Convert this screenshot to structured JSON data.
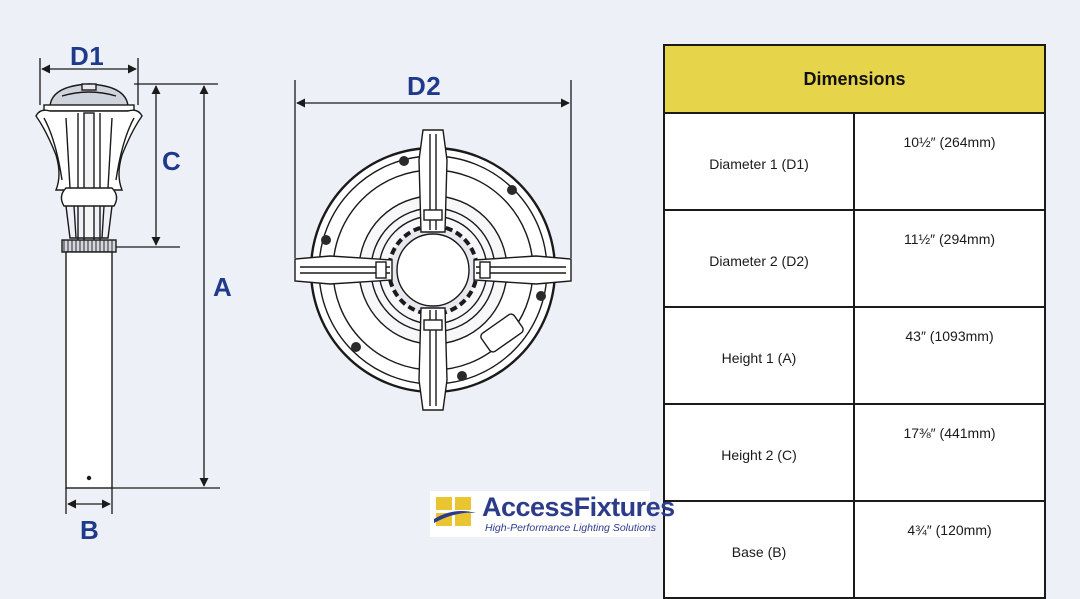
{
  "colors": {
    "label": "#1f3a8a",
    "header_fill": "#e6d44a",
    "line": "#1a1a1a",
    "logo_blue": "#2c3c8a",
    "logo_yellow": "#e9c531"
  },
  "diagram": {
    "labels": {
      "d1": "D1",
      "d2": "D2",
      "a": "A",
      "b": "B",
      "c": "C"
    }
  },
  "table": {
    "header": "Dimensions",
    "rows": [
      {
        "label": "Diameter 1 (D1)",
        "value": "10½″ (264mm)"
      },
      {
        "label": "Diameter 2 (D2)",
        "value": "11½″ (294mm)"
      },
      {
        "label": "Height 1 (A)",
        "value": "43″ (1093mm)"
      },
      {
        "label": "Height 2 (C)",
        "value": "17⅜″ (441mm)"
      },
      {
        "label": "Base (B)",
        "value": "4¾″ (120mm)"
      }
    ]
  },
  "logo": {
    "name_part1": "Access",
    "name_part2": "Fixtures",
    "tagline": "High-Performance Lighting Solutions",
    "mark_icon": "logo-mark-icon"
  }
}
